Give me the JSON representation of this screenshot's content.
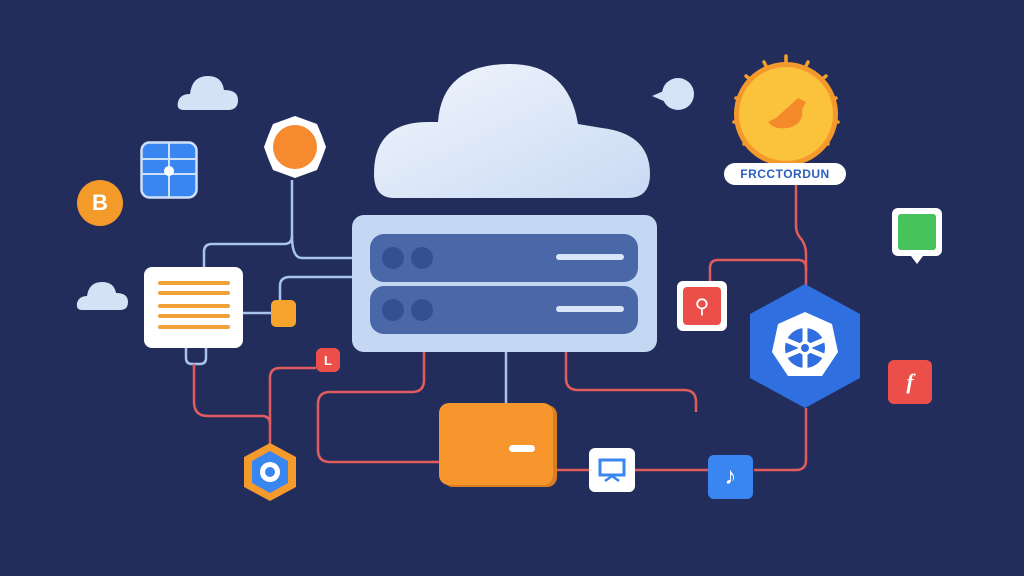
{
  "diagram": {
    "title": "Cloud server network architecture illustration",
    "background_color": "#222d5c",
    "label": {
      "text": "FRCCTORDUN",
      "color": "#2b5fbf"
    },
    "nodes": [
      {
        "id": "main-cloud",
        "icon": "cloud-icon",
        "color": "#dce8f8"
      },
      {
        "id": "server-rack",
        "icon": "server-icon",
        "units": 2,
        "color": "#c4d8f3"
      },
      {
        "id": "sun-badge",
        "icon": "sun-icon",
        "color": "#f7b22c"
      },
      {
        "id": "kubernetes-hex",
        "icon": "helm-wheel-icon",
        "color": "#2f6fe0"
      },
      {
        "id": "document",
        "icon": "document-lines-icon",
        "color": "#ffffff"
      },
      {
        "id": "storage-box",
        "icon": "storage-icon",
        "color": "#f7962c"
      },
      {
        "id": "gear-node",
        "icon": "gear-icon",
        "color": "#f68a2e"
      },
      {
        "id": "grid-tile",
        "icon": "grid-compass-icon",
        "color": "#3a86f0"
      },
      {
        "id": "b-badge",
        "icon": "b-letter-icon",
        "text": "B",
        "color": "#f39a2a"
      },
      {
        "id": "l-badge",
        "icon": "l-letter-icon",
        "text": "L",
        "color": "#ec4f4a"
      },
      {
        "id": "f-badge",
        "icon": "f-letter-icon",
        "text": "f",
        "color": "#ec4f4a"
      },
      {
        "id": "search-tile",
        "icon": "search-icon",
        "color": "#ec4f4a"
      },
      {
        "id": "chat-tile",
        "icon": "chat-bubble-icon",
        "color": "#46c35a"
      },
      {
        "id": "monitor-tile",
        "icon": "monitor-icon",
        "color": "#3a86f0"
      },
      {
        "id": "music-tile",
        "icon": "music-note-icon",
        "color": "#3a86f0"
      },
      {
        "id": "hex-small",
        "icon": "hex-gear-icon",
        "color": "#f39a2a"
      },
      {
        "id": "plug-square",
        "icon": "connector-icon",
        "color": "#f7a42c"
      }
    ],
    "line_colors": {
      "data": "#a9c4ec",
      "network": "#e25c5c"
    }
  }
}
